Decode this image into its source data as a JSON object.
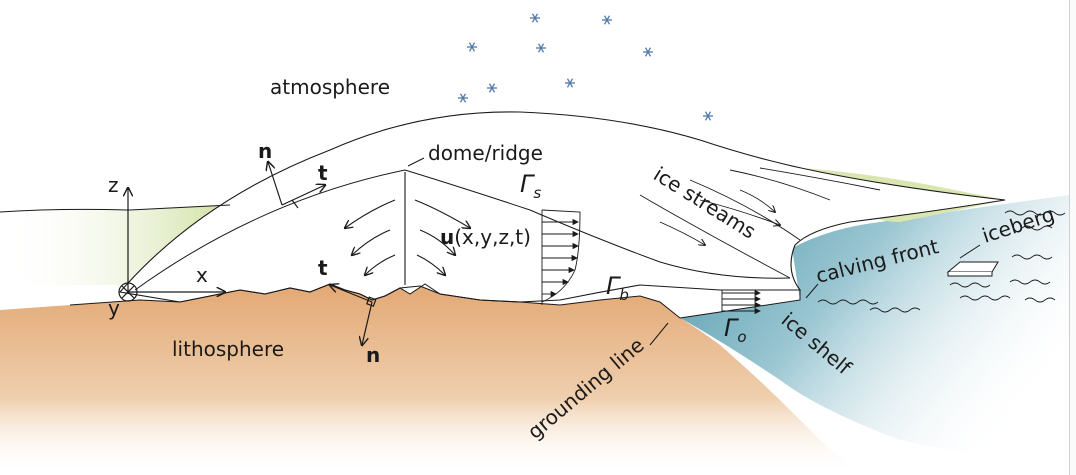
{
  "labels": {
    "atmosphere": "atmosphere",
    "lithosphere": "lithosphere",
    "dome_ridge": "dome/ridge",
    "ice_streams": "ice streams",
    "calving_front": "calving front",
    "iceberg": "iceberg",
    "ice_shelf": "ice shelf",
    "grounding_line": "grounding line",
    "velocity_bold": "u",
    "velocity_args": "(x,y,z,t)",
    "gamma": "Γ",
    "gamma_s_sub": "s",
    "gamma_b_sub": "b",
    "gamma_o_sub": "o"
  },
  "axes": {
    "x": "x",
    "y": "y",
    "z": "z"
  },
  "vectors": {
    "normal": "n",
    "tangent": "t"
  },
  "colors": {
    "bedrock": "#e3a874",
    "ocean_deep": "#5a9fb0",
    "vegetation": "#d9e6b0",
    "snowflake": "#4f7aa8",
    "stroke": "#1a1a1a"
  }
}
